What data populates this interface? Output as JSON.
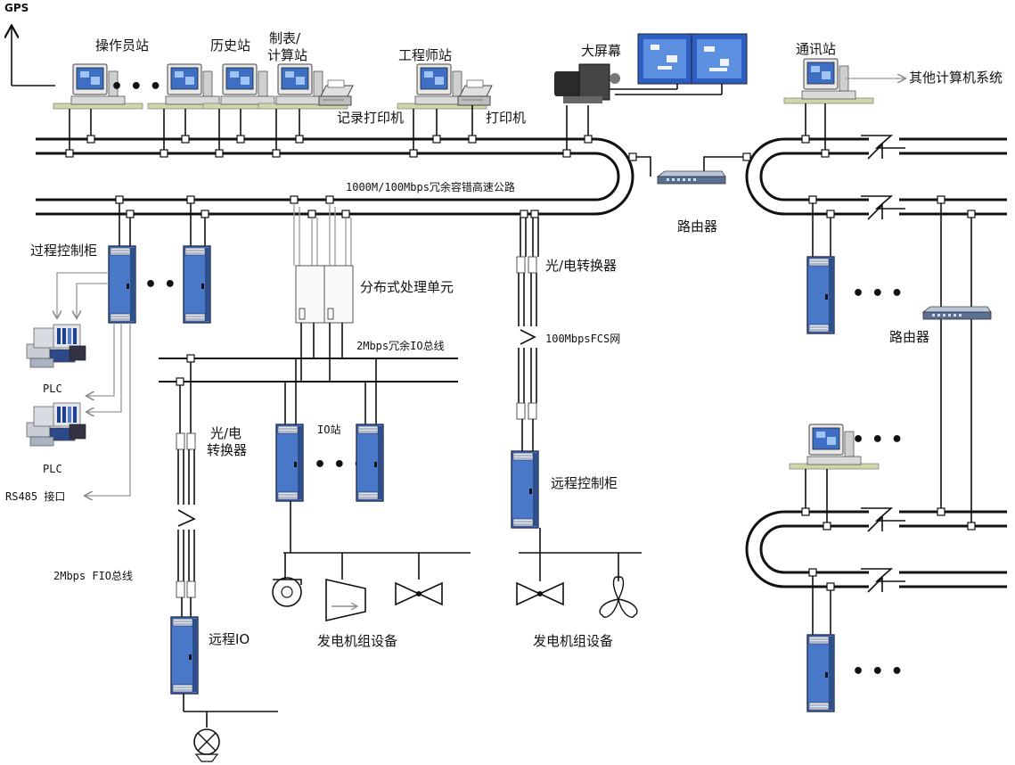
{
  "labels": {
    "gps": "GPS",
    "operator_station": "操作员站",
    "history_station": "历史站",
    "report_station_line1": "制表/",
    "report_station_line2": "计算站",
    "log_printer": "记录打印机",
    "engineer_station": "工程师站",
    "printer": "打印机",
    "big_screen": "大屏幕",
    "comm_station": "通讯站",
    "other_systems": "其他计算机系统",
    "highway": "1000M/100Mbps冗余容错高速公路",
    "router_center": "路由器",
    "router_right": "路由器",
    "process_cabinet": "过程控制柜",
    "plc_1": "PLC",
    "plc_2": "PLC",
    "rs485": "RS485 接口",
    "dpu": "分布式处理单元",
    "io_bus": "2Mbps冗余IO总线",
    "oe_converter_top": "光/电转换器",
    "fcs_net": "100MbpsFCS网",
    "oe_converter_left_line1": "光/电",
    "oe_converter_left_line2": "转换器",
    "io_station": "IO站",
    "remote_cabinet": "远程控制柜",
    "fio_bus": "2Mbps FIO总线",
    "remote_io": "远程IO",
    "generator_equipment_1": "发电机组设备",
    "generator_equipment_2": "发电机组设备",
    "ellipsis": "• • •"
  },
  "colors": {
    "cabinet_blue": "#4a78c8",
    "cabinet_dark": "#24314f",
    "line": "#111111"
  },
  "icons": [
    "computer-icon",
    "printer-icon",
    "projector-icon",
    "monitor-screen-icon",
    "cabinet-icon",
    "router-icon",
    "plc-icon",
    "blower-icon",
    "compressor-icon",
    "fan-icon",
    "propeller-icon",
    "pump-icon"
  ]
}
